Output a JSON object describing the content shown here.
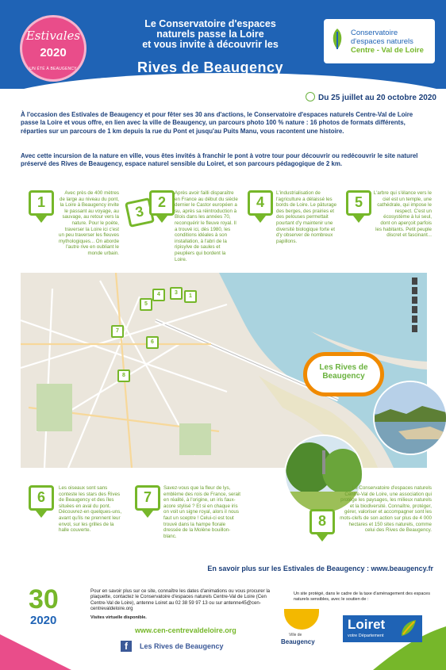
{
  "header": {
    "festival_name": "Estivales",
    "festival_year": "2020",
    "festival_tagline": "UN ÉTÉ À BEAUGENCY",
    "title_line1": "Le Conservatoire d'espaces",
    "title_line2": "naturels passe la Loire",
    "title_line3": "et vous invite à découvrir les",
    "title_big": "Rives de Beaugency",
    "logo_line1": "Conservatoire",
    "logo_line2": "d'espaces naturels",
    "logo_line3": "Centre - Val de Loire",
    "color_blue": "#1f63b5",
    "color_green": "#76b72a"
  },
  "dates": "Du 25 juillet au 20 octobre 2020",
  "intro": {
    "p1": "À l'occasion des Estivales de Beaugency et pour fêter ses 30 ans d'actions, le Conservatoire d'espaces naturels Centre-Val de Loire passe la Loire et vous offre, en lien avec la ville de Beaugency, un parcours photo 100 % nature : 16 photos de formats différents, réparties sur un parcours de 1 km depuis la rue du Pont et jusqu'au Puits Manu, vous racontent une histoire.",
    "p2": "Avec cette incursion de la nature en ville, vous êtes invités à franchir le pont à votre tour pour découvrir ou redécouvrir le site naturel préservé des Rives de Beaugency, espace naturel sensible du Loiret, et son parcours pédagogique de 2 km."
  },
  "blocks": {
    "b1": {
      "num": "1",
      "text": "Avec près de 400 mètres de large au niveau du pont, la Loire à Beaugency invite le passant au voyage, au sauvage, au retour vers la nature. Pour le poète, traverser la Loire ici c'est un peu traverser les fleuves mythologiques... On aborde l'autre rive en oubliant le monde urbain."
    },
    "b2": {
      "num_a": "3",
      "num_b": "2",
      "text": "Après avoir failli disparaître en France au début du siècle dernier le Castor européen a su, après sa réintroduction à Blois dans les années 70, reconquérir le fleuve royal. Il a trouvé ici, dès 1980, les conditions idéales à son installation, à l'abri de la ripisylve de saules et peupliers qui bordent la Loire."
    },
    "b3": {
      "num": "4",
      "text": "L'industrialisation de l'agriculture a délaissé les bords de Loire. Le pâturage des berges, des prairies et des pelouses permettait pourtant d'y maintenir une diversité biologique forte et d'y observer de nombreux papillons."
    },
    "b4": {
      "num": "5",
      "text": "L'arbre qui s'élance vers le ciel est un temple, une cathédrale, qui impose le respect. C'est un écosystème à lui seul, dont on aperçoit parfois les habitants. Petit peuple discret et fascinant..."
    },
    "b6": {
      "num": "6",
      "text": "Les oiseaux sont sans conteste les stars des Rives de Beaugency et des îles situées en aval du pont. Découvrez-en quelques-uns, avant qu'ils ne prennent leur envol, sur les grilles de la halle couverte."
    },
    "b7": {
      "num": "7",
      "text": "Savez-vous que la fleur de lys, emblème des rois de France, serait en réalité, à l'origine, un iris faux-acore stylisé ? Et si en chaque iris on voit un signe royal, alors il nous faut un sceptre ! Celui-ci est tout trouvé dans la hampe florale dressée de la Molène bouillon-blanc."
    },
    "b8": {
      "num": "8",
      "text": "Le Conservatoire d'espaces naturels Centre-Val de Loire, une association qui protège les paysages, les milieux naturels et la biodiversité. Connaître, protéger, gérer, valoriser et accompagner sont les mots-clefs de son action sur plus de 4 000 hectares et 150 sites naturels, comme celui des Rives de Beaugency."
    }
  },
  "map": {
    "callout_line1": "Les Rives de",
    "callout_line2": "Beaugency",
    "markers": [
      "5",
      "4",
      "3",
      "1",
      "7",
      "6",
      "8"
    ]
  },
  "more_info": "En savoir plus sur les Estivales de Beaugency : www.beaugency.fr",
  "footer": {
    "anniv_num": "30",
    "anniv_year": "2020",
    "contact": "Pour en savoir plus sur ce site, connaître les dates d'animations ou vous procurer la plaquette, contactez le Conservatoire d'espaces naturels Centre-Val de Loire (Cen Centre-Val de Loire), antenne Loiret au 02 38 59 97 13 ou sur antenne45@cen-centrevaldeloire.org",
    "visits": "Visites virtuelle disponible.",
    "website": "www.cen-centrevaldeloire.org",
    "facebook": "Les Rives de Beaugency",
    "protected": "Un site protégé, dans le cadre de la taxe d'aménagement des espaces naturels sensibles, avec le soutien de :",
    "beaugency_label": "Ville de",
    "beaugency_name": "Beaugency",
    "loiret_name": "Loiret",
    "loiret_sub": "votre Département"
  }
}
